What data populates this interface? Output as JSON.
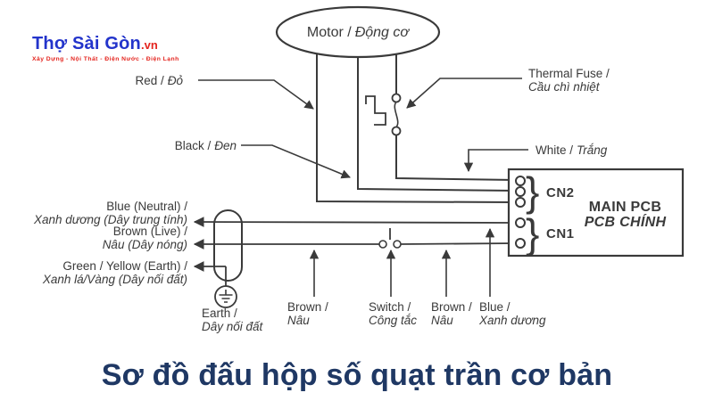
{
  "logo": {
    "brand": "Thợ Sài Gòn",
    "suffix": ".vn",
    "tagline": "Xây Dựng - Nội Thất - Điện Nước - Điện Lạnh",
    "brand_color": "#2334cb",
    "accent_color": "#e4251f"
  },
  "title": {
    "text": "Sơ đồ đấu hộp số quạt trần cơ bản",
    "color": "#1f3864"
  },
  "diagram": {
    "line_color": "#3a3a3a",
    "motor": {
      "en": "Motor /",
      "vi": "Động cơ"
    },
    "labels": {
      "red": {
        "en": "Red /",
        "vi": "Đỏ"
      },
      "black": {
        "en": "Black /",
        "vi": "Đen"
      },
      "thermal_fuse": {
        "en": "Thermal Fuse /",
        "vi": "Cầu chì nhiệt"
      },
      "white": {
        "en": "White /",
        "vi": "Trắng"
      },
      "blue_neutral": {
        "en": "Blue (Neutral) /",
        "vi": "Xanh dương (Dây trung tính)"
      },
      "brown_live": {
        "en": "Brown (Live) /",
        "vi": "Nâu (Dây nóng)"
      },
      "green_yellow_earth": {
        "en": "Green / Yellow (Earth) /",
        "vi": "Xanh lá/Vàng (Dây nối đất)"
      },
      "earth": {
        "en": "Earth /",
        "vi": "Dây nối đất"
      },
      "brown_1": {
        "en": "Brown /",
        "vi": "Nâu"
      },
      "switch": {
        "en": "Switch /",
        "vi": "Công tắc"
      },
      "brown_2": {
        "en": "Brown /",
        "vi": "Nâu"
      },
      "blue": {
        "en": "Blue /",
        "vi": "Xanh dương"
      }
    },
    "pcb": {
      "name_en": "MAIN PCB",
      "name_vi": "PCB CHÍNH",
      "connector_top": "CN2",
      "connector_bottom": "CN1",
      "brace": "}"
    }
  }
}
